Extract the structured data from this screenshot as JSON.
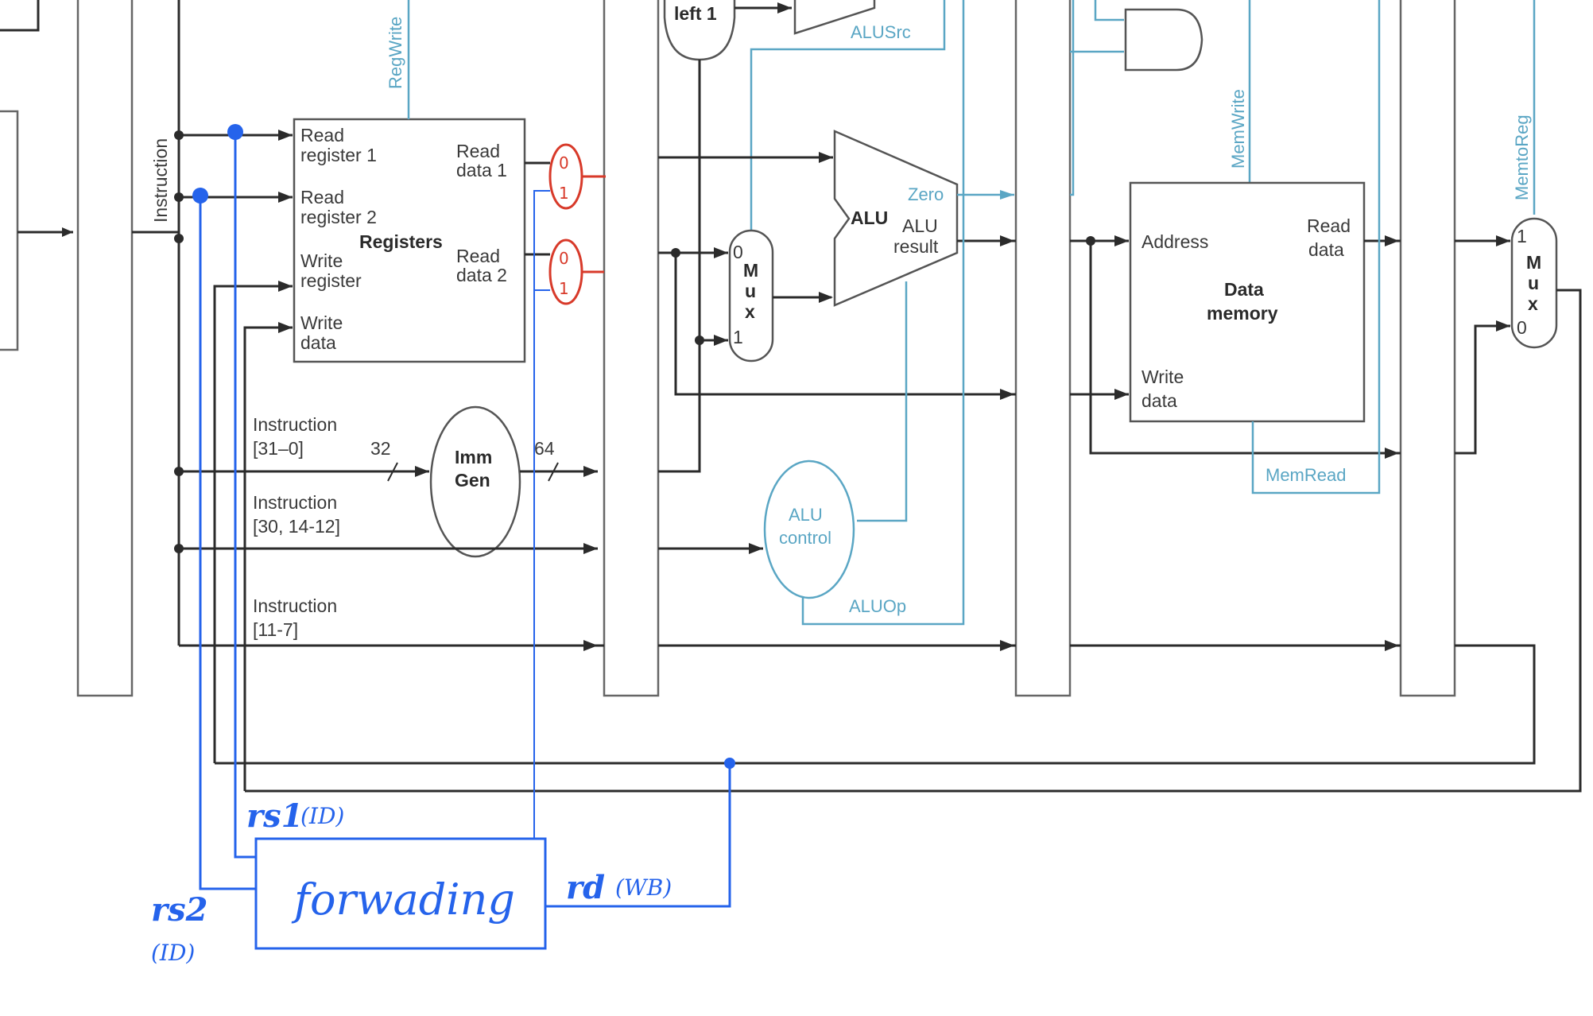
{
  "registers": {
    "title": "Registers",
    "read_register_1": [
      "Read",
      "register 1"
    ],
    "read_register_2": [
      "Read",
      "register 2"
    ],
    "write_register": [
      "Write",
      "register"
    ],
    "write_data": [
      "Write",
      "data"
    ],
    "read_data_1": [
      "Read",
      "data 1"
    ],
    "read_data_2": [
      "Read",
      "data 2"
    ]
  },
  "imm_gen": {
    "label": [
      "Imm",
      "Gen"
    ],
    "in_width": "32",
    "out_width": "64"
  },
  "instruction_fields": {
    "bus": "Instruction",
    "f31_0": [
      "Instruction",
      "[31–0]"
    ],
    "f30_14_12": [
      "Instruction",
      "[30, 14-12]"
    ],
    "f11_7": [
      "Instruction",
      "[11-7]"
    ]
  },
  "shift": {
    "label": "left 1"
  },
  "alu": {
    "label": "ALU",
    "zero": "Zero",
    "result": [
      "ALU",
      "result"
    ]
  },
  "alu_mux": {
    "letters": [
      "M",
      "u",
      "x"
    ],
    "in0": "0",
    "in1": "1"
  },
  "alu_control": {
    "label": [
      "ALU",
      "control"
    ]
  },
  "control_signals": {
    "regwrite": "RegWrite",
    "alusrc": "ALUSrc",
    "aluop": "ALUOp",
    "memwrite": "MemWrite",
    "memread": "MemRead",
    "memtoreg": "MemtoReg"
  },
  "data_memory": {
    "title": [
      "Data",
      "memory"
    ],
    "address": "Address",
    "write_data": [
      "Write",
      "data"
    ],
    "read_data": [
      "Read",
      "data"
    ]
  },
  "wb_mux": {
    "letters": [
      "M",
      "u",
      "x"
    ],
    "in1": "1",
    "in0": "0"
  },
  "annotations": {
    "forwarding": "forwading",
    "rs1": "rs1",
    "rs1_stage": "(ID)",
    "rs2": "rs2",
    "rs2_stage": "(ID)",
    "rd": "rd",
    "rd_stage": "(WB)",
    "mux_top": "0",
    "mux_bottom": "1"
  },
  "colors": {
    "datapath": "#2b2b2b",
    "control": "#5aa6c4",
    "annotation_blue": "#2563eb",
    "annotation_red": "#d83a2a"
  }
}
